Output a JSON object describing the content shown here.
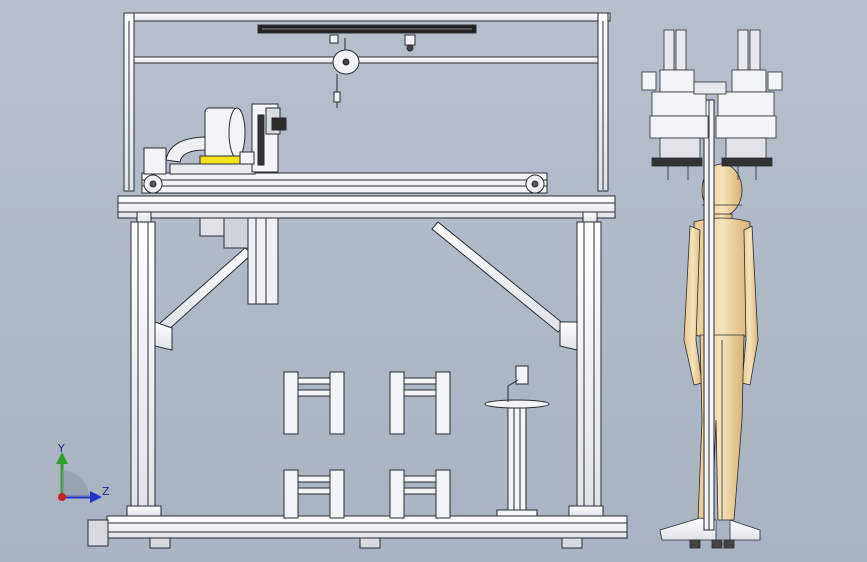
{
  "view": {
    "background_top": "#b7bfcb",
    "background_bottom": "#a9b3c1",
    "frame_fill": "#f2f4f6",
    "line_color": "#2a2d33",
    "highlight_color": "#f3e21d",
    "mannequin_color": "#f1d7a4"
  },
  "triad": {
    "y_label": "Y",
    "z_label": "Z",
    "y_color": "#2fa12f",
    "z_color": "#2233cc",
    "x_color": "#cc2222"
  },
  "parts": {
    "seat_brackets": 4,
    "leveling_feet": 3
  }
}
